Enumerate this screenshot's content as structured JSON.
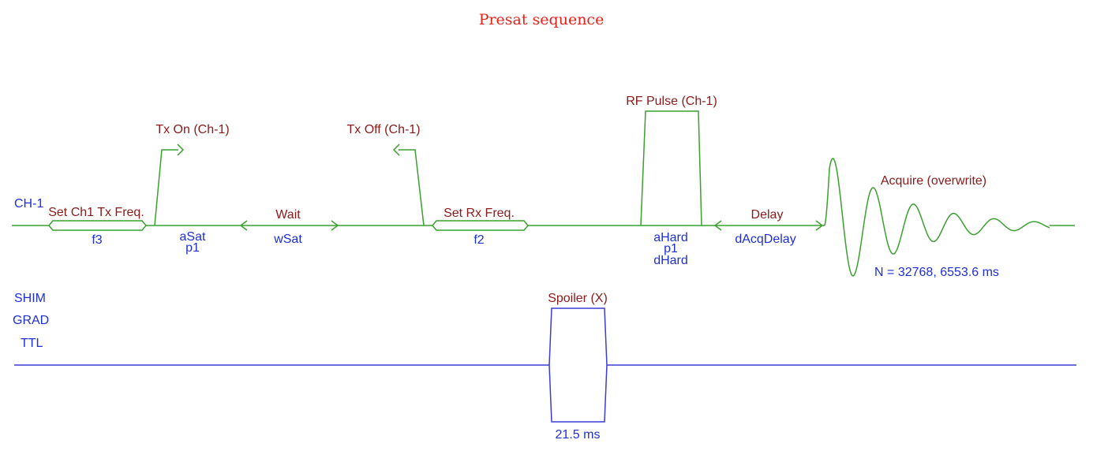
{
  "title": "Presat sequence",
  "colors": {
    "title": "#e8201a",
    "event_label": "#8b1a1a",
    "param": "#1f2fd6",
    "ch1_trace": "#3aa02e",
    "grad_trace": "#3b3bd6"
  },
  "channels": {
    "ch1": "CH-1",
    "shim": "SHIM",
    "grad": "GRAD",
    "ttl": "TTL"
  },
  "events": {
    "set_tx_freq": {
      "label": "Set Ch1 Tx Freq.",
      "param": "f3"
    },
    "tx_on": {
      "label": "Tx On (Ch-1)",
      "params": [
        "aSat",
        "p1"
      ]
    },
    "wait": {
      "label": "Wait",
      "param": "wSat"
    },
    "tx_off": {
      "label": "Tx Off (Ch-1)"
    },
    "set_rx_freq": {
      "label": "Set Rx Freq.",
      "param": "f2"
    },
    "rf_pulse": {
      "label": "RF Pulse (Ch-1)",
      "params": [
        "aHard",
        "p1",
        "dHard"
      ]
    },
    "delay": {
      "label": "Delay",
      "param": "dAcqDelay"
    },
    "acquire": {
      "label": "Acquire (overwrite)",
      "param": "N = 32768, 6553.6 ms"
    },
    "spoiler": {
      "label": "Spoiler (X)",
      "param": "21.5 ms"
    }
  }
}
